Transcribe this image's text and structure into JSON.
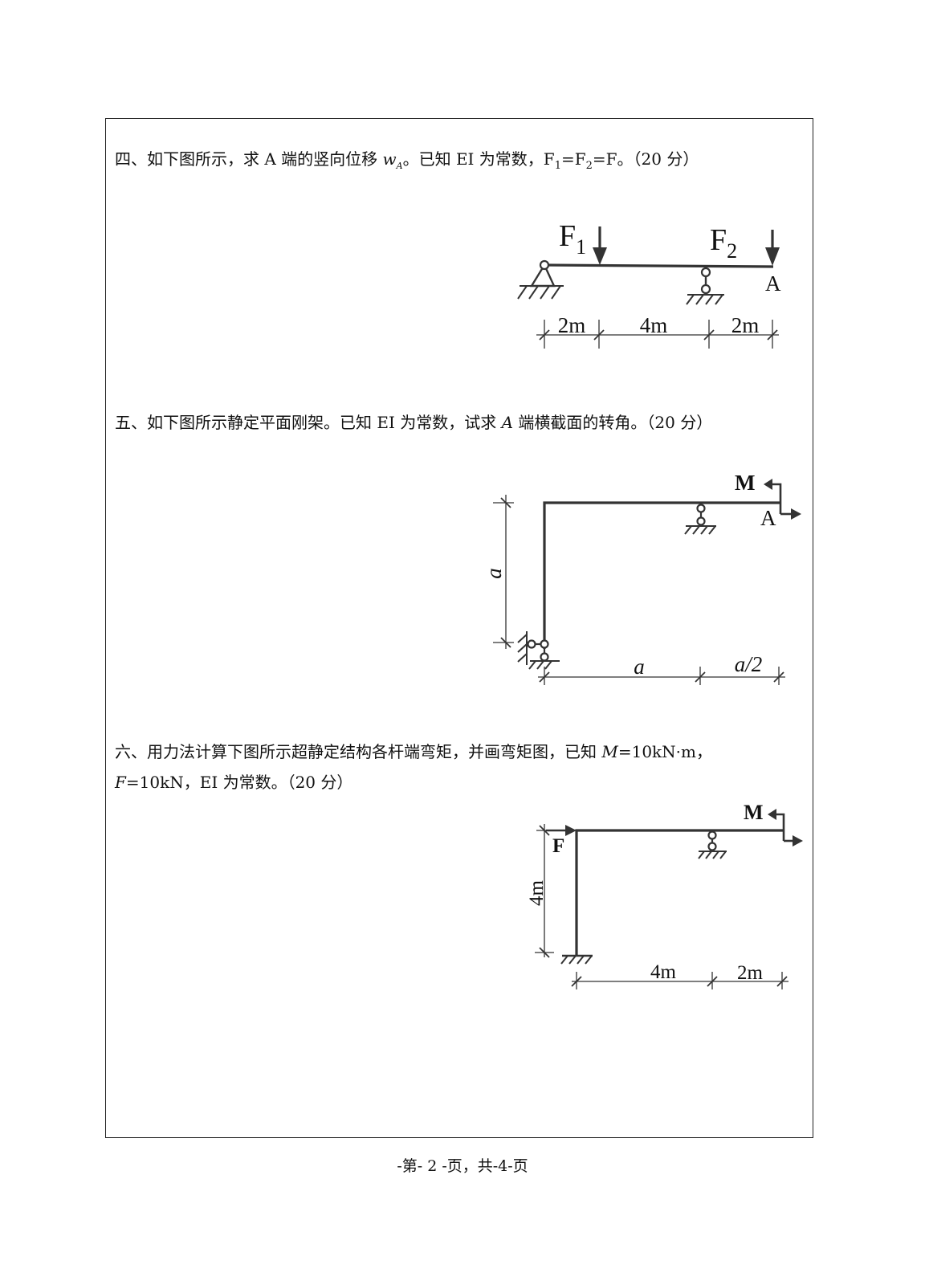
{
  "q4": {
    "text_a": "四、如下图所示，求 A 端的竖向位移 ",
    "var": "w",
    "var_sub": "A",
    "text_b": "。已知 EI 为常数，F",
    "f1_sub": "1",
    "text_c": "=F",
    "f2_sub": "2",
    "text_d": "=F。（20 分）",
    "figure": {
      "load1": "F",
      "load1_sub": "1",
      "load2": "F",
      "load2_sub": "2",
      "end_label": "A",
      "dims": [
        "2m",
        "4m",
        "2m"
      ]
    }
  },
  "q5": {
    "text_a": "五、如下图所示静定平面刚架。已知 EI 为常数，试求 ",
    "var": "A",
    "text_b": " 端横截面的转角。（20 分）",
    "figure": {
      "moment": "M",
      "end_label": "A",
      "dim_height": "a",
      "dims": [
        "a",
        "a/2"
      ]
    }
  },
  "q6": {
    "line1_a": "六、用力法计算下图所示超静定结构各杆端弯矩，并画弯矩图，已知 ",
    "var_m": "M",
    "line1_b": "=10kN·m，",
    "var_f": "F",
    "line2_b": "=10kN，EI 为常数。（20 分）",
    "figure": {
      "force": "F",
      "moment": "M",
      "dim_height": "4m",
      "dims": [
        "4m",
        "2m"
      ]
    }
  },
  "footer": "-第- 2 -页，共-4-页"
}
